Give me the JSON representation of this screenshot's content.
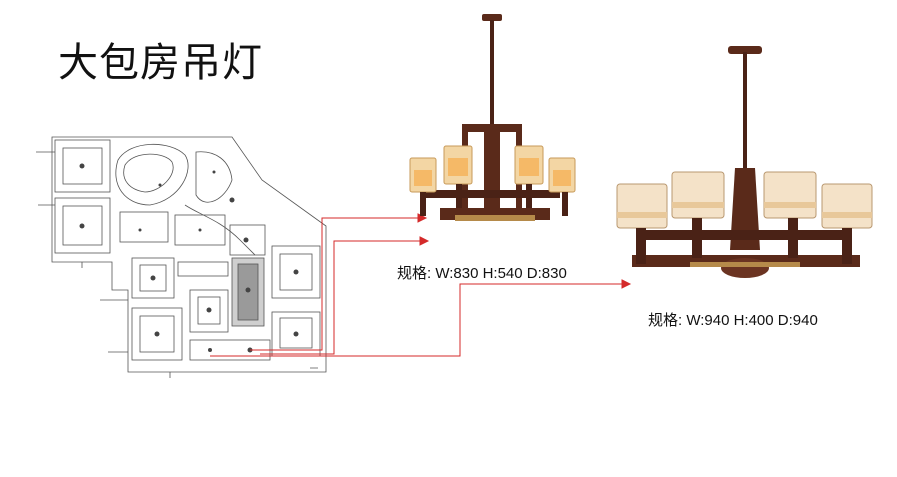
{
  "page": {
    "title": "大包房吊灯"
  },
  "products": [
    {
      "spec_label": "规格: W:830 H:540 D:830",
      "image": "chandelier-eight-arm-icon"
    },
    {
      "spec_label": "规格: W:940 H:400 D:940",
      "image": "chandelier-ten-arm-icon"
    }
  ],
  "colors": {
    "leader_line": "#d42a2a",
    "wood": "#5a2a1a",
    "shade": "#f3d6a4",
    "plan_line": "#555555"
  }
}
